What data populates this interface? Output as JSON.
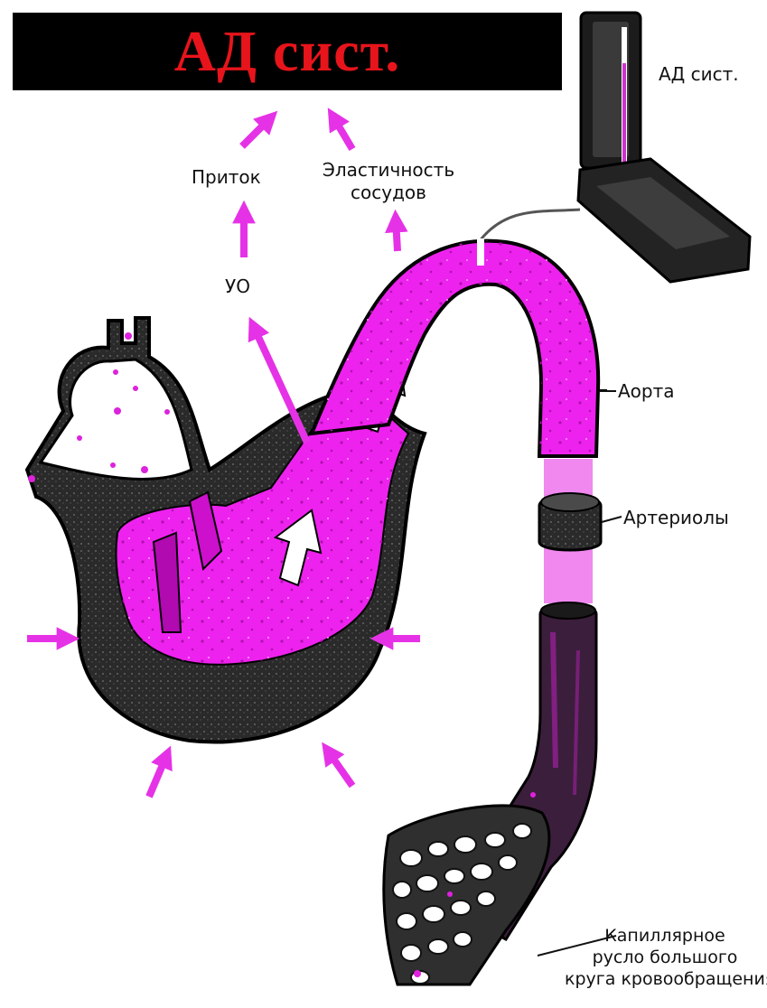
{
  "banner": {
    "title": "АД сист."
  },
  "labels": {
    "monitor": "АД сист.",
    "inflow": "Приток",
    "elasticity_line1": "Эластичность",
    "elasticity_line2": "сосудов",
    "stroke_volume": "УО",
    "aorta": "Аорта",
    "arterioles": "Артериолы",
    "capillary_line1": "Капиллярное",
    "capillary_line2": "русло большого",
    "capillary_line3": "круга кровообращения"
  },
  "colors": {
    "banner_bg": "#000000",
    "banner_text": "#e8141b",
    "blood": "#ee22ee",
    "tissue": "#2a2a2a",
    "arrow": "#e632e6"
  },
  "icons": [
    "pressure-monitor-icon",
    "heart-icon",
    "aorta-vessel",
    "arteriole-segment",
    "vein-segment",
    "capillary-network"
  ]
}
